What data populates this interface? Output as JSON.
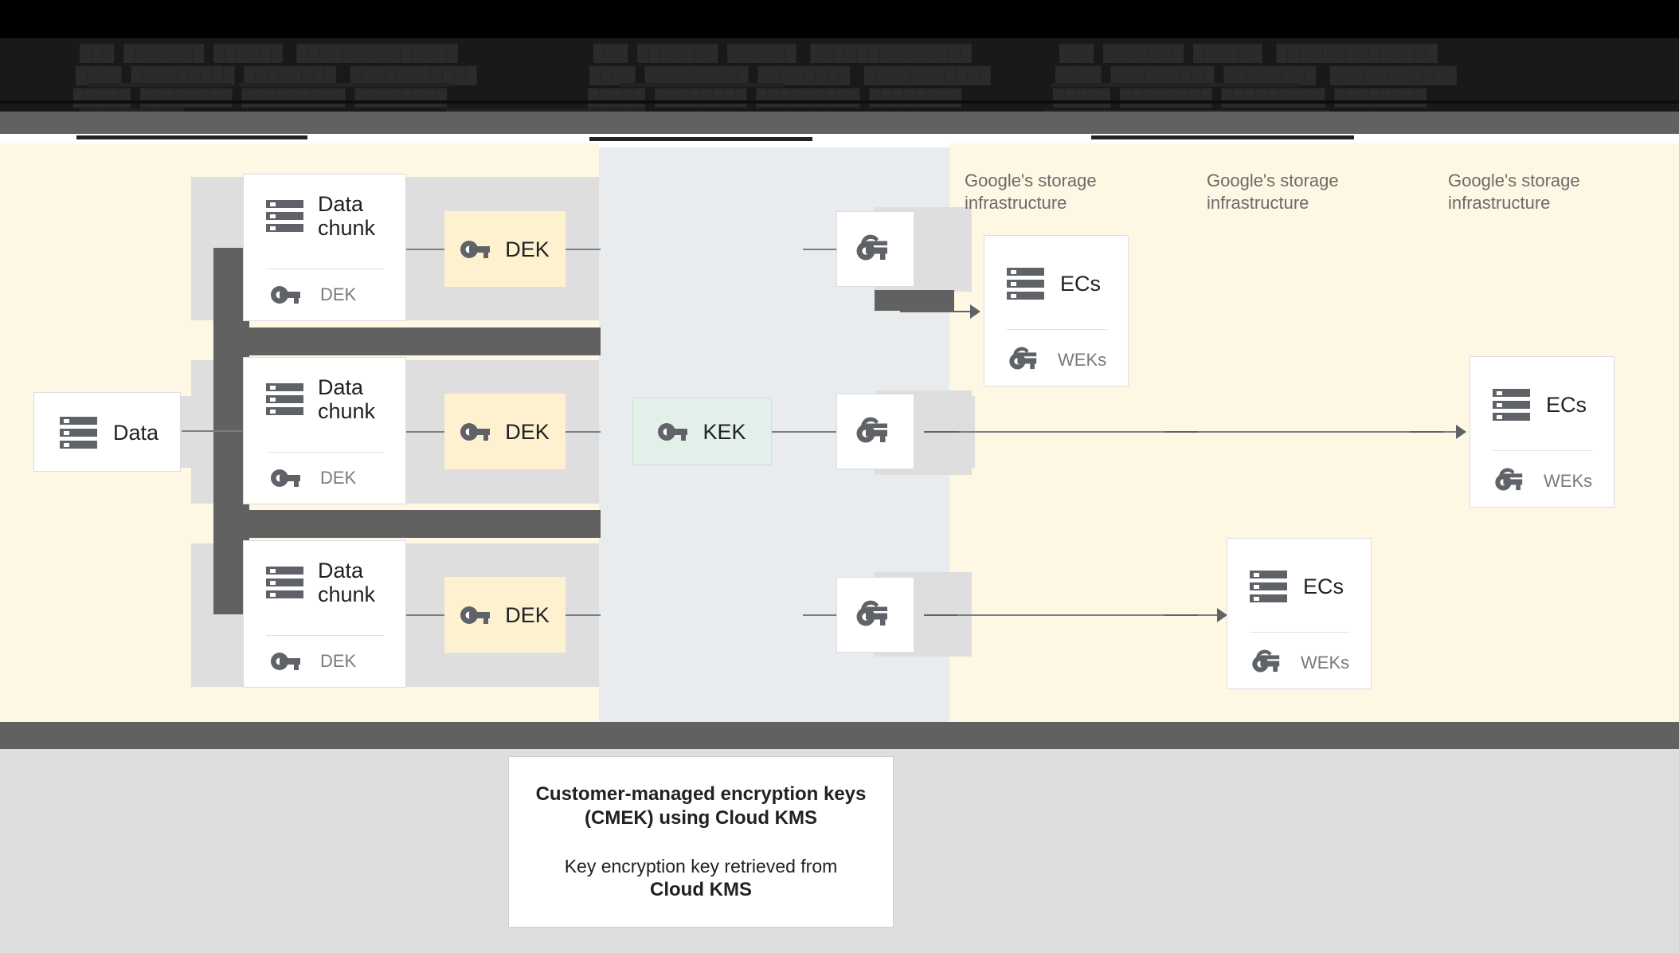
{
  "banner": {
    "obscured": true,
    "note": "Top banner text is rendered in near-black on black and is illegible in the source screenshot",
    "lines": [
      "███  ███████  ██████   ██████████████",
      "████  █████████  ████████   ███████████",
      "█████  ████████  █████████  ████████"
    ]
  },
  "colors": {
    "cream": "#fdf7e3",
    "blue_gray": "#e8ecee",
    "light_gray": "#dedede",
    "dark_gray": "#616161",
    "dek_tile": "#fdf1cf",
    "kek_tile": "#e2f0e9",
    "icon_gray": "#5f6368",
    "text_primary": "#202124",
    "text_muted": "#7a7a7a"
  },
  "diagram": {
    "source": {
      "label": "Data",
      "icon": "database-icon"
    },
    "chunks": [
      {
        "title": "Data chunk",
        "key_label": "DEK",
        "icon": "database-icon",
        "key_icon": "key-icon"
      },
      {
        "title": "Data chunk",
        "key_label": "DEK",
        "icon": "database-icon",
        "key_icon": "key-icon"
      },
      {
        "title": "Data chunk",
        "key_label": "DEK",
        "icon": "database-icon",
        "key_icon": "key-icon"
      }
    ],
    "dek_tiles": [
      {
        "label": "DEK",
        "icon": "key-icon"
      },
      {
        "label": "DEK",
        "icon": "key-icon"
      },
      {
        "label": "DEK",
        "icon": "key-icon"
      }
    ],
    "kek": {
      "label": "KEK",
      "icon": "key-icon"
    },
    "wrapped_keys": [
      {
        "icon": "wrapped-key-icon"
      },
      {
        "icon": "wrapped-key-icon"
      },
      {
        "icon": "wrapped-key-icon"
      }
    ],
    "storage_labels": [
      "Google's storage\ninfrastructure",
      "Google's storage\ninfrastructure",
      "Google's storage\ninfrastructure"
    ],
    "storage_cards": [
      {
        "title": "ECs",
        "key_label": "WEKs",
        "icon": "database-icon",
        "key_icon": "wrapped-key-icon"
      },
      {
        "title": "ECs",
        "key_label": "WEKs",
        "icon": "database-icon",
        "key_icon": "wrapped-key-icon"
      },
      {
        "title": "ECs",
        "key_label": "WEKs",
        "icon": "database-icon",
        "key_icon": "wrapped-key-icon"
      }
    ]
  },
  "caption": {
    "title_line1": "Customer-managed encryption keys",
    "title_line2": "(CMEK) using Cloud KMS",
    "body_line1": "Key encryption key retrieved from",
    "body_line2": "Cloud KMS"
  }
}
